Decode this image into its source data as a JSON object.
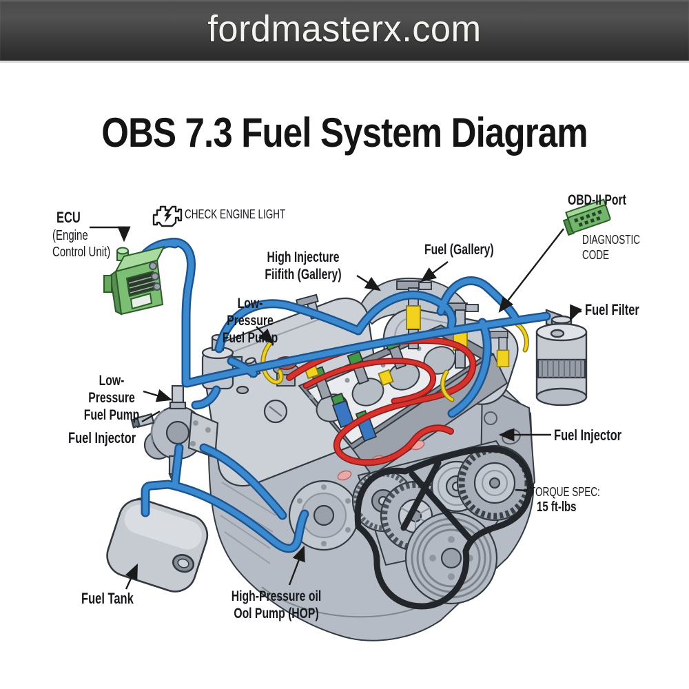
{
  "banner": {
    "site": "fordmasterx.com"
  },
  "title": "OBS 7.3 Fuel System Diagram",
  "labels": {
    "ecu_title": "ECU",
    "ecu_sub": "(Engine\nControl Unit)",
    "check_engine": "CHECK ENGINE LIGHT",
    "obd_port": "OBD-II Port",
    "diagnostic_code": "DIAGNOSTIC CODE",
    "fuel_gallery": "Fuel (Gallery)",
    "high_injecture": "High Injecture\nFiifith (Gallery)",
    "low_pressure_mid": "Low-Pressure\nFuel Pump",
    "low_pressure_left": "Low-Pressure\nFuel Pump",
    "fuel_injector_left": "Fuel Injector",
    "fuel_filter": "Fuel Filter",
    "fuel_injector_right": "Fuel Injector",
    "torque_spec_title": "TORQUE SPEC:",
    "torque_spec_value": "15 ft-lbs",
    "fuel_tank": "Fuel Tank",
    "hpop": "High-Pressure oil\nOol Pump (HOP)"
  },
  "icons": {
    "check_engine_icon": "engine-silhouette-with-lightning-bolt",
    "ecu_icon": "green-ecu-module-box",
    "obd_icon": "green-obd2-connector"
  },
  "colors": {
    "banner_bg": "#3a3a3a",
    "banner_text": "#f4f4f0",
    "title_text": "#141414",
    "pipe_blue": "#2f80c8",
    "pipe_blue_dark": "#1b548f",
    "line_red": "#d42a2a",
    "fitting_yellow": "#f2d21f",
    "component_green": "#7cbf74",
    "engine_gray": "#c6cbd2",
    "background": "#ffffff"
  }
}
